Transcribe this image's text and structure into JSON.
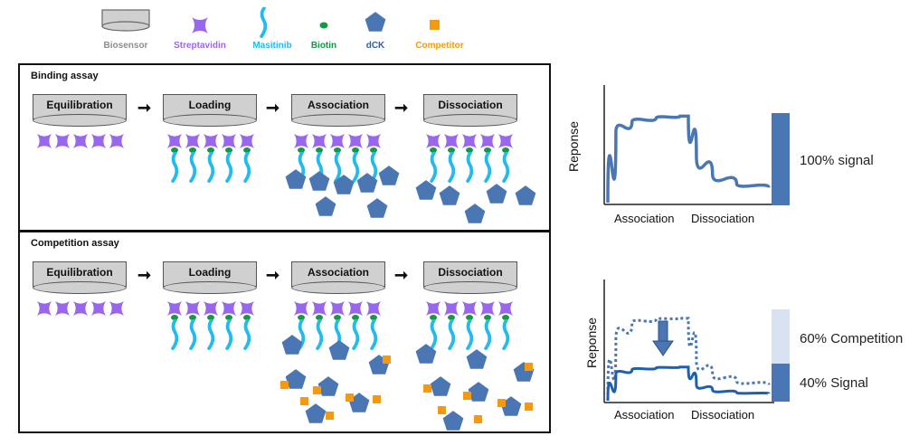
{
  "legend": {
    "biosensor": "Biosensor",
    "streptavidin": "Streptavidin",
    "masitinib": "Masitinib",
    "biotin": "Biotin",
    "dck": "dCK",
    "competitor": "Competitor"
  },
  "colors": {
    "biosensor_text": "#8c8c8c",
    "streptavidin": "#9966ee",
    "masitinib": "#22bbee",
    "biotin": "#119944",
    "dck": "#4a77b4",
    "competitor": "#f59a10",
    "bar_dark": "#4a77b4",
    "bar_light": "#d8e2f0"
  },
  "binding_panel": {
    "title": "Binding assay",
    "steps": [
      "Equilibration",
      "Loading",
      "Association",
      "Dissociation"
    ]
  },
  "competition_panel": {
    "title": "Competition assay",
    "steps": [
      "Equilibration",
      "Loading",
      "Association",
      "Dissociation"
    ]
  },
  "chart_top": {
    "ylabel": "Reponse",
    "xlabel_association": "Association",
    "xlabel_dissociation": "Dissociation",
    "bar_label": "100% signal"
  },
  "chart_bottom": {
    "ylabel": "Reponse",
    "xlabel_association": "Association",
    "xlabel_dissociation": "Dissociation",
    "bar_label_top": "60% Competition",
    "bar_label_bottom": "40% Signal"
  },
  "chart_data": [
    {
      "type": "line",
      "title": "",
      "xlabel": "Association   Dissociation",
      "ylabel": "Reponse",
      "series": [
        {
          "x": [
            0,
            0.05,
            0.15,
            0.3,
            0.45,
            0.5,
            0.55,
            0.65,
            0.8,
            1.0
          ],
          "values": [
            0,
            0.75,
            0.86,
            0.9,
            0.92,
            0.92,
            0.5,
            0.3,
            0.2,
            0.16
          ]
        }
      ],
      "bar": {
        "label": "100% signal",
        "value": 100
      }
    },
    {
      "type": "line",
      "title": "",
      "xlabel": "Association   Dissociation",
      "ylabel": "Reponse",
      "series": [
        {
          "x": [
            0,
            0.05,
            0.15,
            0.3,
            0.45,
            0.5,
            0.55,
            0.65,
            0.8,
            1.0
          ],
          "values": [
            0,
            0.7,
            0.88,
            0.92,
            0.93,
            0.93,
            0.45,
            0.3,
            0.22,
            0.18
          ],
          "style": "dotted"
        },
        {
          "x": [
            0,
            0.05,
            0.15,
            0.3,
            0.45,
            0.5,
            0.55,
            0.65,
            0.8,
            1.0
          ],
          "values": [
            0,
            0.3,
            0.35,
            0.37,
            0.38,
            0.38,
            0.18,
            0.12,
            0.09,
            0.08
          ]
        }
      ],
      "bar": [
        {
          "label": "60% Competition",
          "value": 60
        },
        {
          "label": "40% Signal",
          "value": 40
        }
      ]
    }
  ]
}
